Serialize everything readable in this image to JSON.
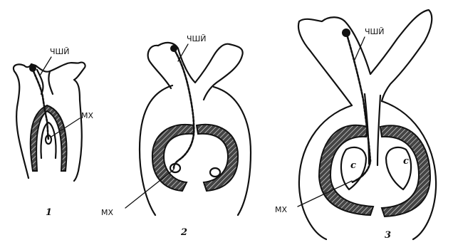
{
  "figures": [
    {
      "number": "1",
      "label_top": "ЧШЙ",
      "label_mid": "МХ"
    },
    {
      "number": "2",
      "label_top": "ЧШЙ",
      "label_mid": "МХ"
    },
    {
      "number": "3",
      "label_top": "ЧШЙ",
      "label_mid": "МХ",
      "chamber_labels": [
        "с",
        "с"
      ]
    }
  ]
}
